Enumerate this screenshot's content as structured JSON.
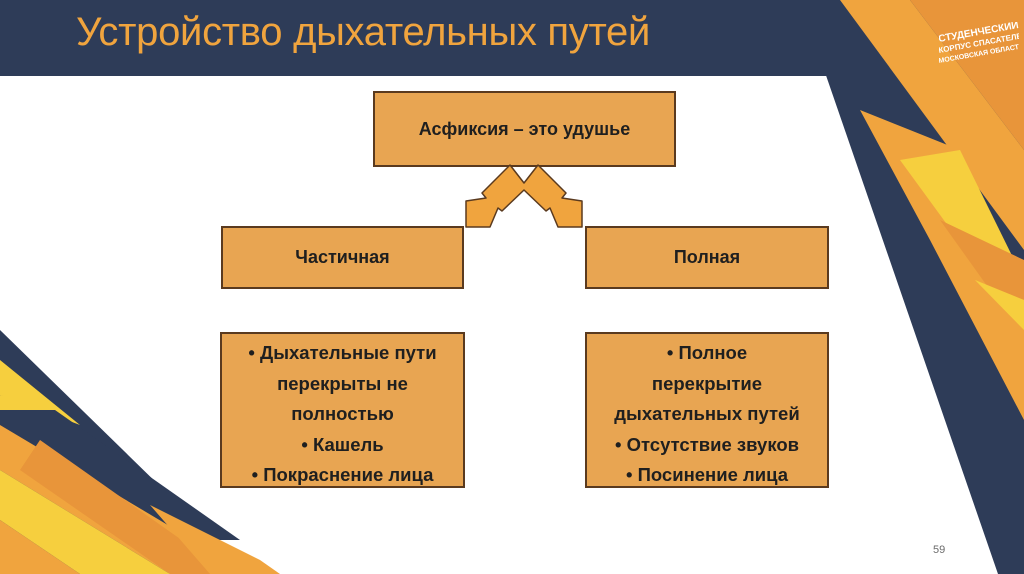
{
  "slide": {
    "title": "Устройство дыхательных путей",
    "page_number": "59"
  },
  "logo": {
    "line1": "СТУДЕНЧЕСКИЙ",
    "line2": "КОРПУС СПАСАТЕЛЕЙ",
    "line3": "МОСКОВСКАЯ ОБЛАСТЬ"
  },
  "diagram": {
    "root": "Асфиксия – это удушье",
    "branches": [
      {
        "label": "Частичная",
        "details": [
          "• Дыхательные пути",
          "перекрыты не",
          "полностью",
          "• Кашель",
          "• Покраснение лица"
        ]
      },
      {
        "label": "Полная",
        "details": [
          "• Полное",
          "перекрытие",
          "дыхательных путей",
          "• Отсутствие звуков",
          "• Посинение лица"
        ]
      }
    ]
  },
  "colors": {
    "navy": "#2e3c58",
    "orange": "#f0a43e",
    "box_fill": "#e8a552",
    "box_border": "#5a3a1f",
    "yellow": "#f6cf3e"
  }
}
